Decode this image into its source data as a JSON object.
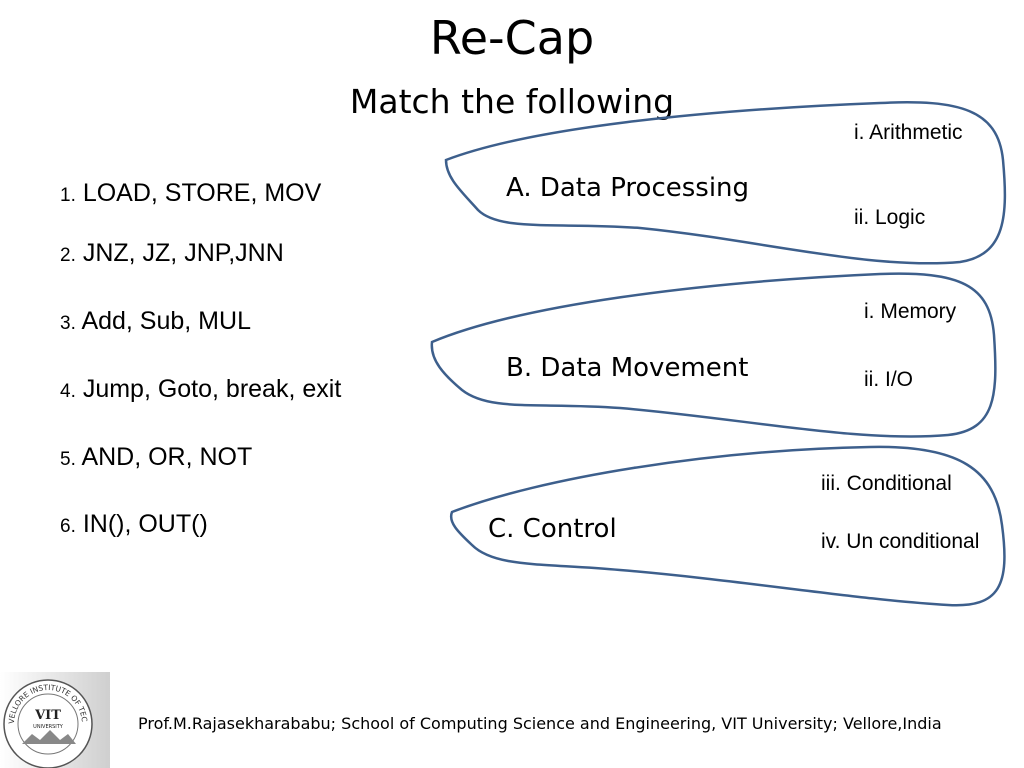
{
  "slide": {
    "title": "Re-Cap",
    "subtitle": "Match the following"
  },
  "items": [
    {
      "num": "1.",
      "text": "LOAD, STORE, MOV"
    },
    {
      "num": "2.",
      "text": "JNZ, JZ, JNP,JNN"
    },
    {
      "num": "3.",
      "text": "Add, Sub, MUL"
    },
    {
      "num": "4.",
      "text": "Jump, Goto, break, exit"
    },
    {
      "num": "5.",
      "text": "AND, OR, NOT"
    },
    {
      "num": "6.",
      "text": "IN(), OUT()"
    }
  ],
  "groups": [
    {
      "label": "A. Data Processing",
      "options": [
        "i. Arithmetic",
        "ii. Logic"
      ]
    },
    {
      "label": "B. Data Movement",
      "options": [
        "i. Memory",
        "ii. I/O"
      ]
    },
    {
      "label": "C. Control",
      "options": [
        "iii. Conditional",
        "iv. Un conditional"
      ]
    }
  ],
  "logo": {
    "text": "VIT",
    "subtext": "UNIVERSITY",
    "ring_text": "VELLORE INSTITUTE OF TECHNOLOGY"
  },
  "footer": "Prof.M.Rajasekharababu; School of Computing Science and Engineering, VIT University; Vellore,India",
  "colors": {
    "blob_stroke": "#3d5f8c"
  }
}
